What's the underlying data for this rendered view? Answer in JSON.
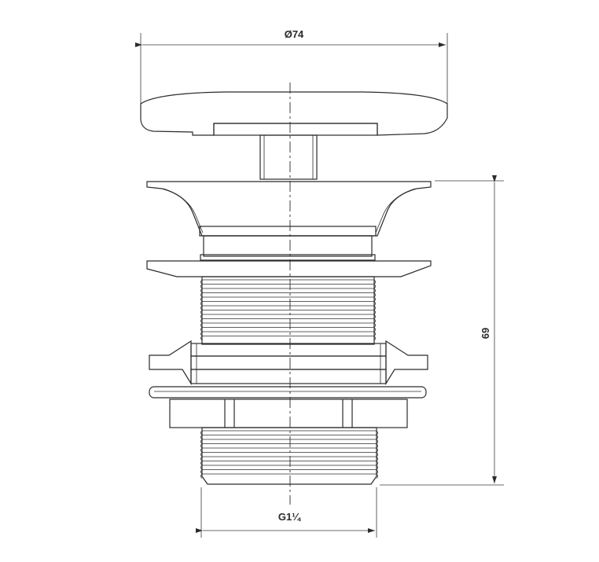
{
  "dimensions": {
    "diameter_label": "Ø74",
    "height_label": "69",
    "thread_label": "G1¼"
  },
  "colors": {
    "line": "#2b2b2b",
    "background": "#ffffff"
  }
}
